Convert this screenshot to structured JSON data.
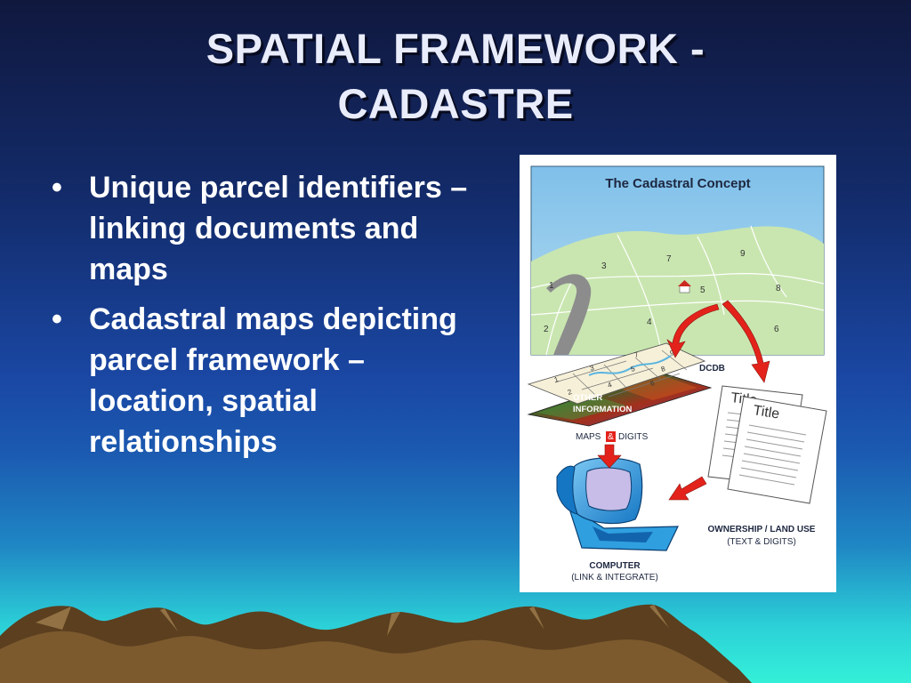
{
  "slide": {
    "title_lines": [
      "SPATIAL FRAMEWORK -",
      "CADASTRE"
    ],
    "bullets": [
      "Unique parcel identifiers – linking documents and maps",
      "Cadastral maps depicting parcel framework – location, spatial relationships"
    ]
  },
  "diagram": {
    "title": "The Cadastral Concept",
    "landscape_parcels": [
      "1",
      "2",
      "3",
      "4",
      "5",
      "6",
      "7",
      "8",
      "9"
    ],
    "layer_parcels": [
      "1",
      "2",
      "3",
      "4",
      "5",
      "6",
      "7",
      "8",
      "9"
    ],
    "dcdb_label": "DCDB",
    "other_info_lines": [
      "OTHER",
      "INFORMATION"
    ],
    "maps_label": "MAPS",
    "amp": "&",
    "digits_label": "DIGITS",
    "doc_title_back": "Title",
    "doc_title_front": "Title",
    "ownership_line1": "OWNERSHIP / LAND USE",
    "ownership_line2": "(TEXT & DIGITS)",
    "computer_line1": "COMPUTER",
    "computer_line2": "(LINK & INTEGRATE)"
  },
  "colors": {
    "title_text": "#e9ecfb",
    "bullet_text": "#ffffff",
    "arrow_red": "#e3231b",
    "diagram_sky": "#8fc8e8",
    "diagram_land": "#c9e6b0",
    "computer_blue": "#2f9fe0"
  }
}
